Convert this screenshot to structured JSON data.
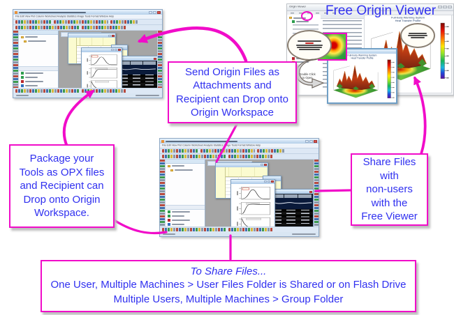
{
  "theme": {
    "accent_magenta": "#f10cc9",
    "text_blue": "#3030f0",
    "workspace_gray": "#a5a5a5"
  },
  "labels": {
    "free_origin_viewer": "Free Origin Viewer"
  },
  "boxes": {
    "send": {
      "text": "Send Origin Files as\nAttachments and\nRecipient can Drop onto\nOrigin Workspace"
    },
    "package": {
      "text": "Package your\nTools as OPX files\nand Recipient can\nDrop onto Origin\nWorkspace."
    },
    "share": {
      "text": "Share Files\nwith\nnon-users\nwith the\nFree Viewer"
    },
    "to_share": {
      "title": "To Share Files...",
      "lines": "One User, Multiple Machines > User Files Folder is Shared or on Flash Drive\nMultiple Users, Multiple Machines > Group Folder"
    }
  },
  "viewer": {
    "window_title": "Origin Viewer",
    "plot_title_line1": "Full-body Warming System",
    "plot_title_line2": "Heat Transfer Profile",
    "drop_arrow_line1": "Double Click",
    "drop_arrow_line2": "to Open"
  },
  "origin_app": {
    "menu": "File  Edit  View  Plot  Column  Worksheet  Analysis  Statistics  Image  Tools  Format  Window  Help"
  }
}
